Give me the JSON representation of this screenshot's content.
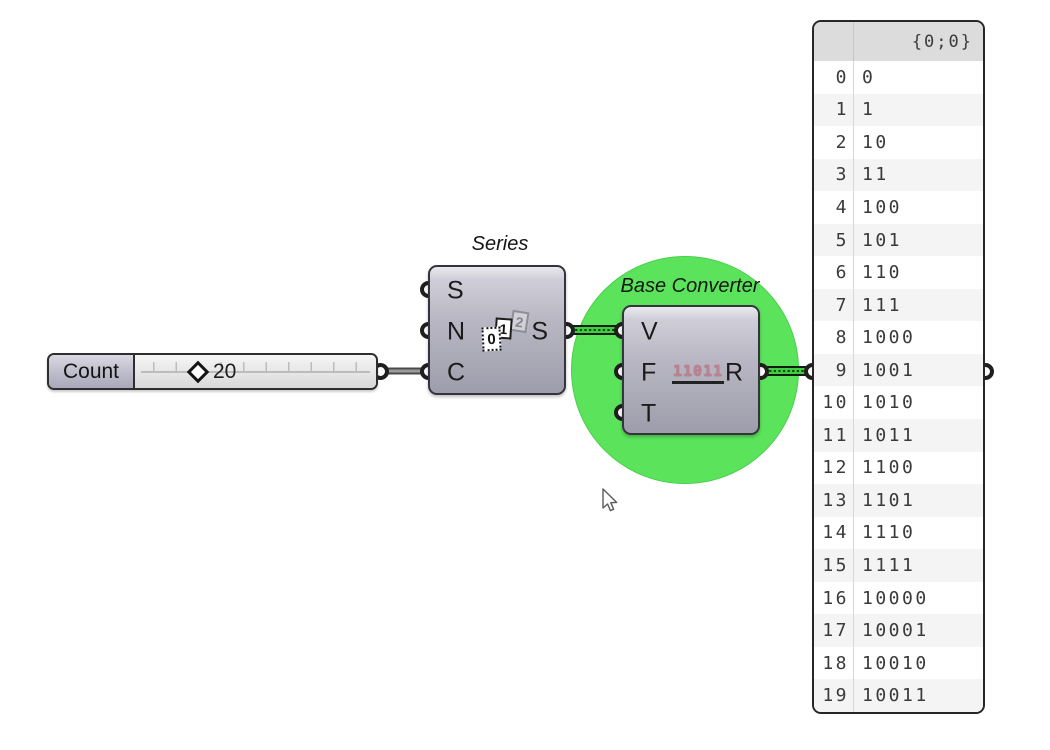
{
  "slider": {
    "label": "Count",
    "value": "20"
  },
  "series_component": {
    "title": "Series",
    "inputs": [
      "S",
      "N",
      "C"
    ],
    "output": "S",
    "icon_digits": [
      "0",
      "1",
      "2"
    ]
  },
  "base_converter_component": {
    "title": "Base Converter",
    "inputs": [
      "V",
      "F",
      "T"
    ],
    "output": "R",
    "icon_text": "11011"
  },
  "panel": {
    "header": "{0;0}",
    "rows": [
      {
        "index": "0",
        "value": "0"
      },
      {
        "index": "1",
        "value": "1"
      },
      {
        "index": "2",
        "value": "10"
      },
      {
        "index": "3",
        "value": "11"
      },
      {
        "index": "4",
        "value": "100"
      },
      {
        "index": "5",
        "value": "101"
      },
      {
        "index": "6",
        "value": "110"
      },
      {
        "index": "7",
        "value": "111"
      },
      {
        "index": "8",
        "value": "1000"
      },
      {
        "index": "9",
        "value": "1001"
      },
      {
        "index": "10",
        "value": "1010"
      },
      {
        "index": "11",
        "value": "1011"
      },
      {
        "index": "12",
        "value": "1100"
      },
      {
        "index": "13",
        "value": "1101"
      },
      {
        "index": "14",
        "value": "1110"
      },
      {
        "index": "15",
        "value": "1111"
      },
      {
        "index": "16",
        "value": "10000"
      },
      {
        "index": "17",
        "value": "10001"
      },
      {
        "index": "18",
        "value": "10010"
      },
      {
        "index": "19",
        "value": "10011"
      }
    ]
  },
  "colors": {
    "selection_highlight_green": "#5BE45B",
    "wire_green": "#3FCE3F",
    "wire_gray": "#9b9b9b",
    "component_body": "#b9b8c4",
    "panel_header_bg": "#dcdcdc",
    "panel_row_alt_bg": "#f4f4f4",
    "canvas_bg": "#ffffff"
  }
}
